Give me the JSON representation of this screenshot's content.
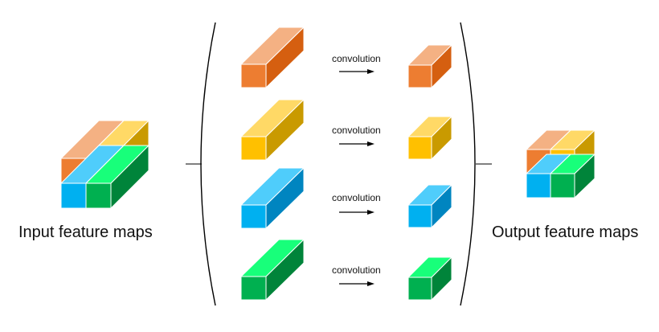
{
  "captions": {
    "input": "Input feature maps",
    "output": "Output feature maps"
  },
  "operation_label": "convolution",
  "channels": [
    {
      "name": "orange",
      "front": "#ed7d31",
      "top": "#f4b183",
      "side": "#d55f10",
      "op_label": "convolution"
    },
    {
      "name": "yellow",
      "front": "#ffc000",
      "top": "#ffd966",
      "side": "#c99a00",
      "op_label": "convolution"
    },
    {
      "name": "blue",
      "front": "#00b0f0",
      "top": "#4fcdfb",
      "side": "#0085c0",
      "op_label": "convolution"
    },
    {
      "name": "green",
      "front": "#00b050",
      "top": "#18ff7a",
      "side": "#00843a",
      "op_label": "convolution"
    }
  ],
  "colors": {
    "stroke": "#ffffff",
    "bracket": "#000000",
    "arrow": "#000000"
  }
}
